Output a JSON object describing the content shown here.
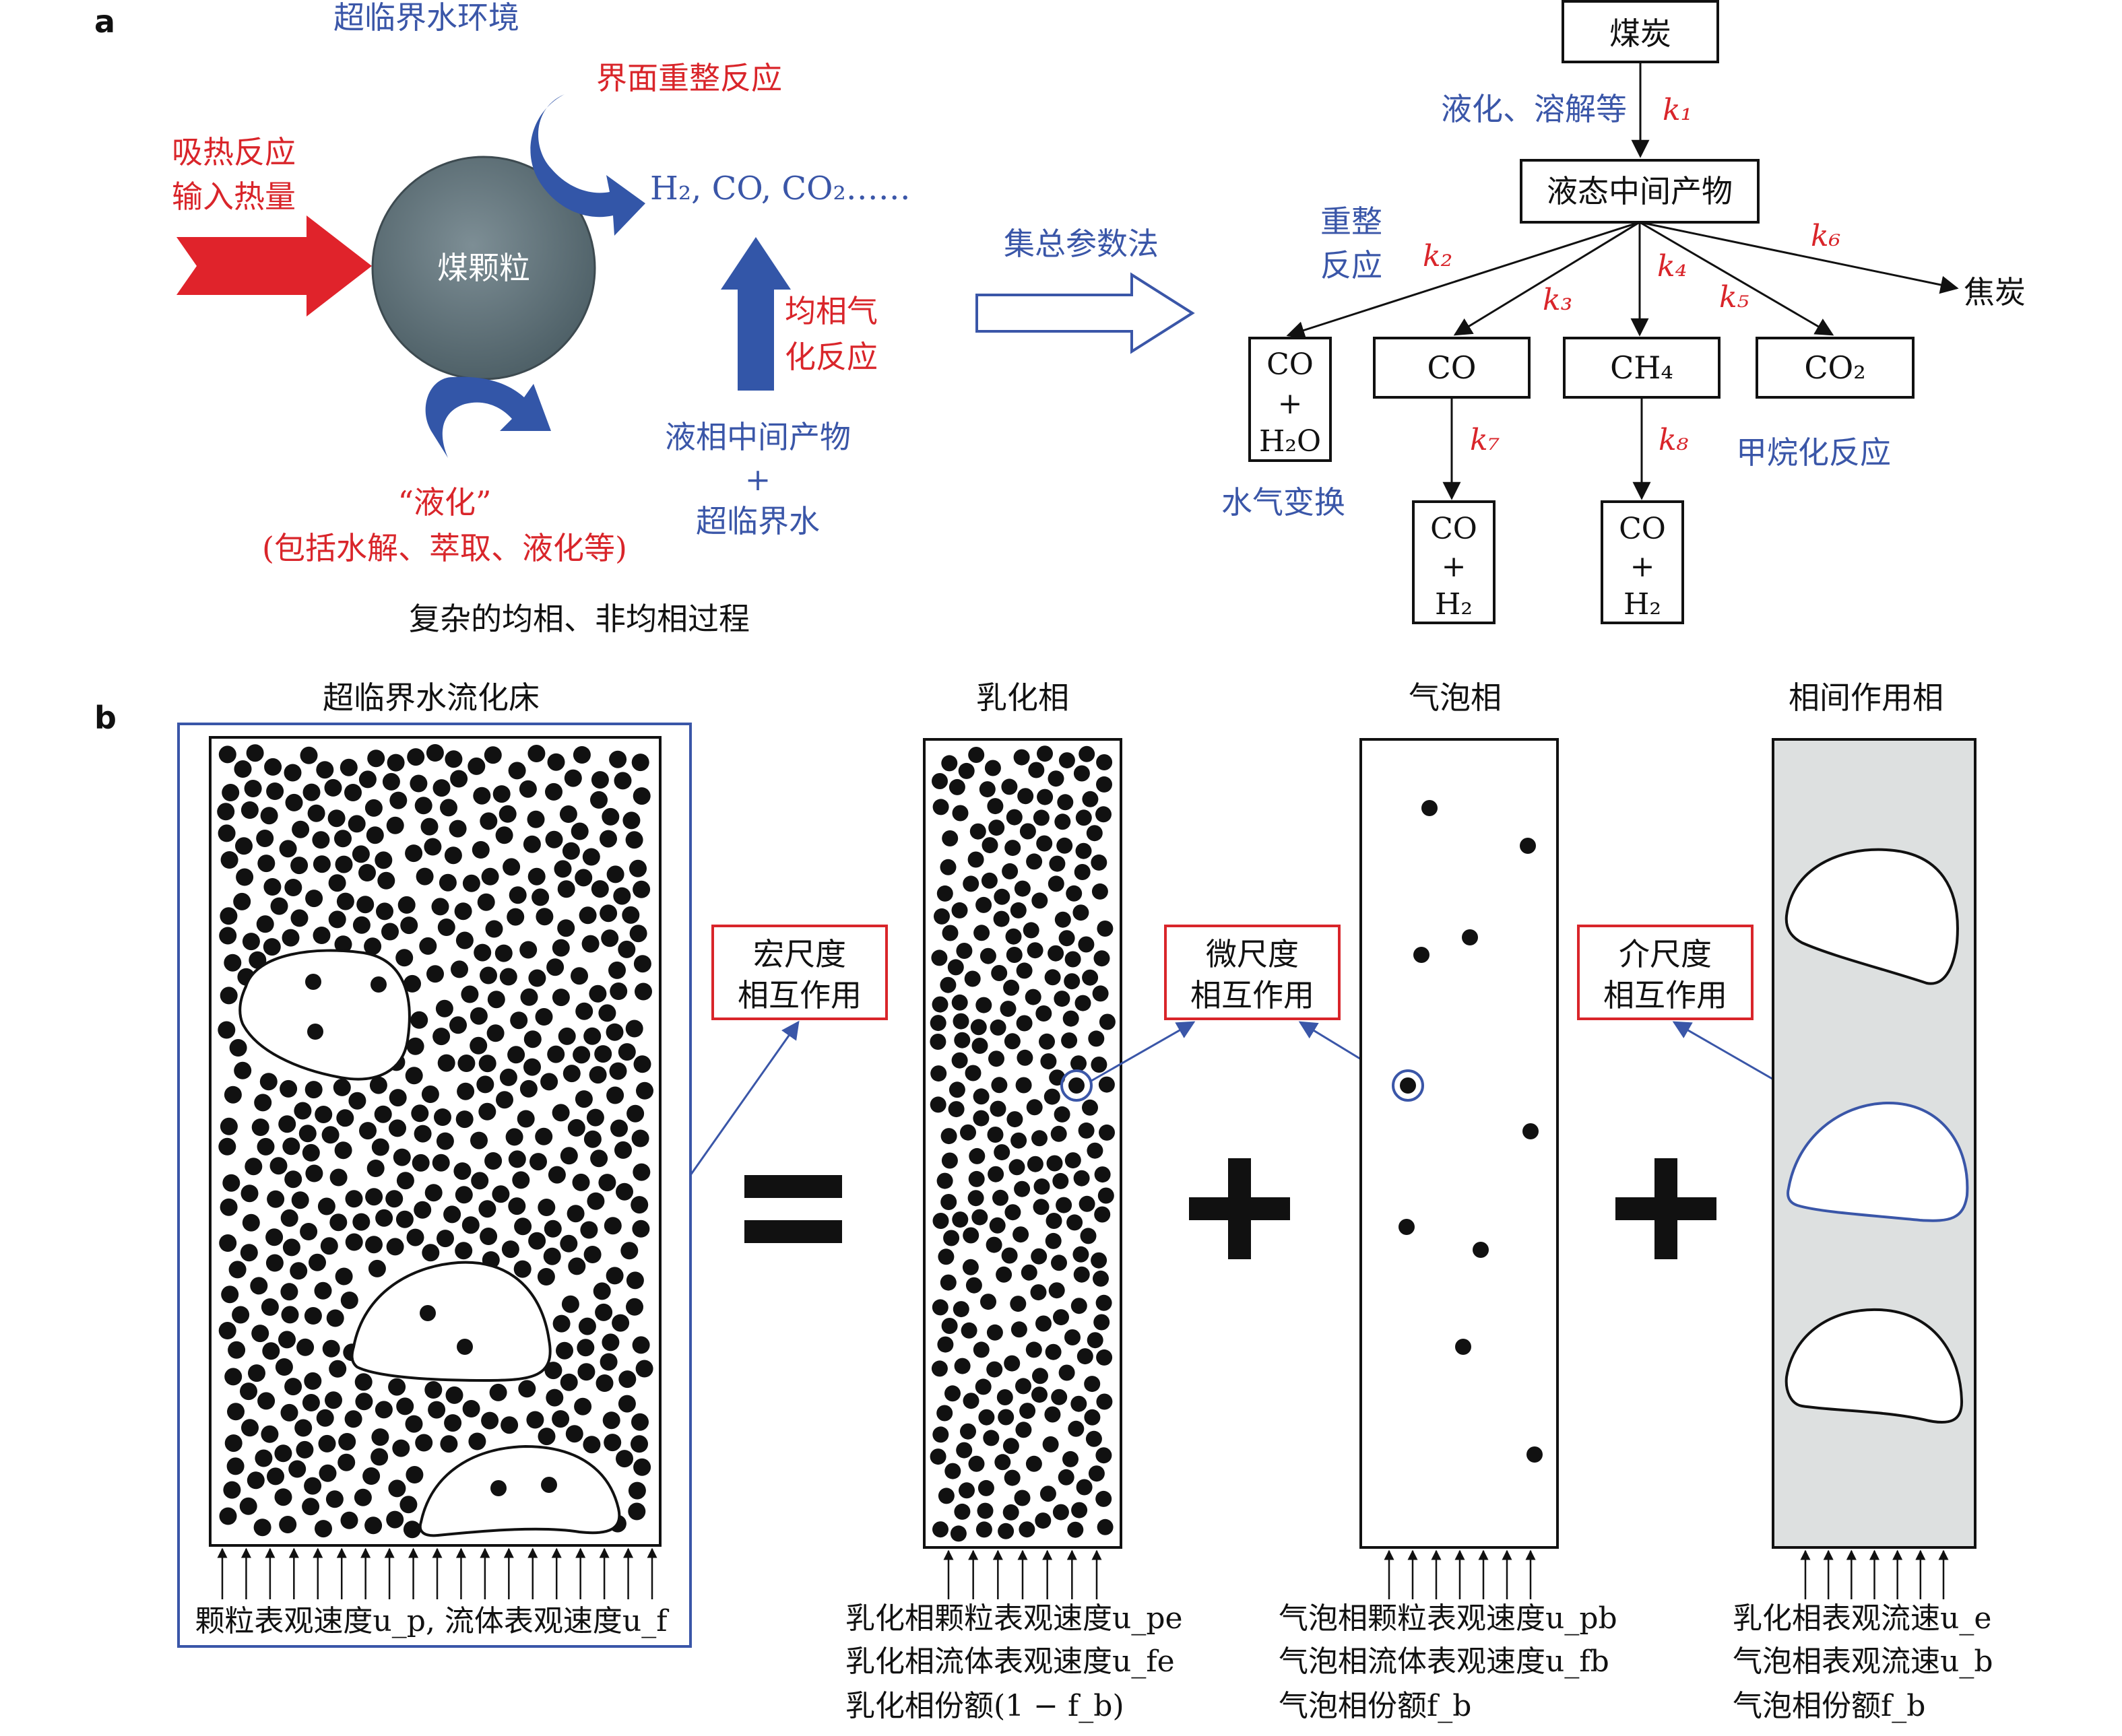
{
  "colors": {
    "blue": "#3a56a8",
    "red": "#d9252a",
    "black": "#111111",
    "sphere": "#5d7077",
    "interphase_bg": "#dde0e0"
  },
  "panel_a": {
    "label": "a",
    "env_title": "超临界水环境",
    "interface_reaction": "界面重整反应",
    "heat_input_line1": "吸热反应",
    "heat_input_line2": "输入热量",
    "particle": "煤颗粒",
    "products": "H₂, CO, CO₂……",
    "homogeneous_line1": "均相气",
    "homogeneous_line2": "化反应",
    "liquid_intermediate": "液相中间产物",
    "plus": "+",
    "scw": "超临界水",
    "liquefaction_title": "“液化”",
    "liquefaction_detail": "(包括水解、萃取、液化等)",
    "process_caption": "复杂的均相、非均相过程",
    "lumping_method": "集总参数法",
    "network": {
      "coal": "煤炭",
      "liquefaction_label": "液化、溶解等",
      "intermediate": "液态中间产物",
      "reforming_line1": "重整",
      "reforming_line2": "反应",
      "coke": "焦炭",
      "co": "CO",
      "ch4": "CH₄",
      "co2": "CO₂",
      "co_h2o_line1": "CO",
      "co_h2o_line2": "+",
      "co_h2o_line3": "H₂O",
      "co_h2_line1": "CO",
      "co_h2_line2": "+",
      "co_h2_line3": "H₂",
      "water_gas_shift": "水气变换",
      "methanation": "甲烷化反应",
      "k1": "k₁",
      "k2": "k₂",
      "k3": "k₃",
      "k4": "k₄",
      "k5": "k₅",
      "k6": "k₆",
      "k7": "k₇",
      "k8": "k₈"
    }
  },
  "panel_b": {
    "label": "b",
    "bed_title": "超临界水流化床",
    "emulsion_title": "乳化相",
    "bubble_title": "气泡相",
    "interphase_title": "相间作用相",
    "macro_line1": "宏尺度",
    "macro_line2": "相互作用",
    "micro_line1": "微尺度",
    "micro_line2": "相互作用",
    "meso_line1": "介尺度",
    "meso_line2": "相互作用",
    "bed_caption": "颗粒表观速度u_p, 流体表观速度u_f",
    "emulsion_cap1": "乳化相颗粒表观速度u_pe",
    "emulsion_cap2": "乳化相流体表观速度u_fe",
    "emulsion_cap3": "乳化相份额(1 − f_b)",
    "bubble_cap1": "气泡相颗粒表观速度u_pb",
    "bubble_cap2": "气泡相流体表观速度u_fb",
    "bubble_cap3": "气泡相份额f_b",
    "inter_cap1": "乳化相表观流速u_e",
    "inter_cap2": "气泡相表观流速u_b",
    "inter_cap3": "气泡相份额f_b"
  }
}
